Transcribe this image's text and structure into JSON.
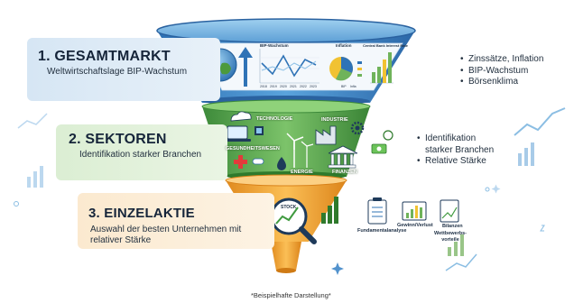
{
  "steps": [
    {
      "title": "1. GESAMTMARKT",
      "description": "Weltwirtschaftslage BIP-Wachstum",
      "bullets": [
        "Zinssätze, Inflation",
        "BIP-Wachstum",
        "Börsenklima"
      ],
      "color": "#3f7fc1"
    },
    {
      "title": "2. SEKTOREN",
      "description": "Identifikation starker Branchen",
      "bullets": [
        "Identifikation starker Branchen",
        "Relative Stärke"
      ],
      "color": "#4f9a4a"
    },
    {
      "title": "3. EINZELAKTIE",
      "description": "Auswahl der besten Unternehmen mit relativer Stärke",
      "bullets": [],
      "color": "#f0a23a"
    }
  ],
  "top_section": {
    "chart_titles": [
      "BIP-Wachstum",
      "Inflation",
      "Central Bank Interest Rate"
    ],
    "bip_years": [
      "2018",
      "2019",
      "2020",
      "2021",
      "2022",
      "2023"
    ],
    "inflation_legend": [
      "BIP",
      "Infla"
    ]
  },
  "sectors": {
    "labels": [
      "TECHNOLOGIE",
      "INDUSTRIE",
      "GESUNDHEITSWESEN",
      "ENERGIE",
      "FINANZEN"
    ]
  },
  "stock": {
    "magnifier_label": "STOCK",
    "analysis_labels": [
      "Fundamentalanalyse",
      "Gewinn/Verlust",
      "Bilanzen",
      "Wettbewerbs-vorteile"
    ]
  },
  "footnote": "*Beispielhafte Darstellung*",
  "colors": {
    "top_funnel": "#3f86c8",
    "mid_funnel": "#5fae4f",
    "bottom_funnel": "#f2a63b",
    "panel_blue": "#d6e6f4",
    "panel_green": "#dbeed3",
    "panel_orange": "#fbe9cf"
  }
}
